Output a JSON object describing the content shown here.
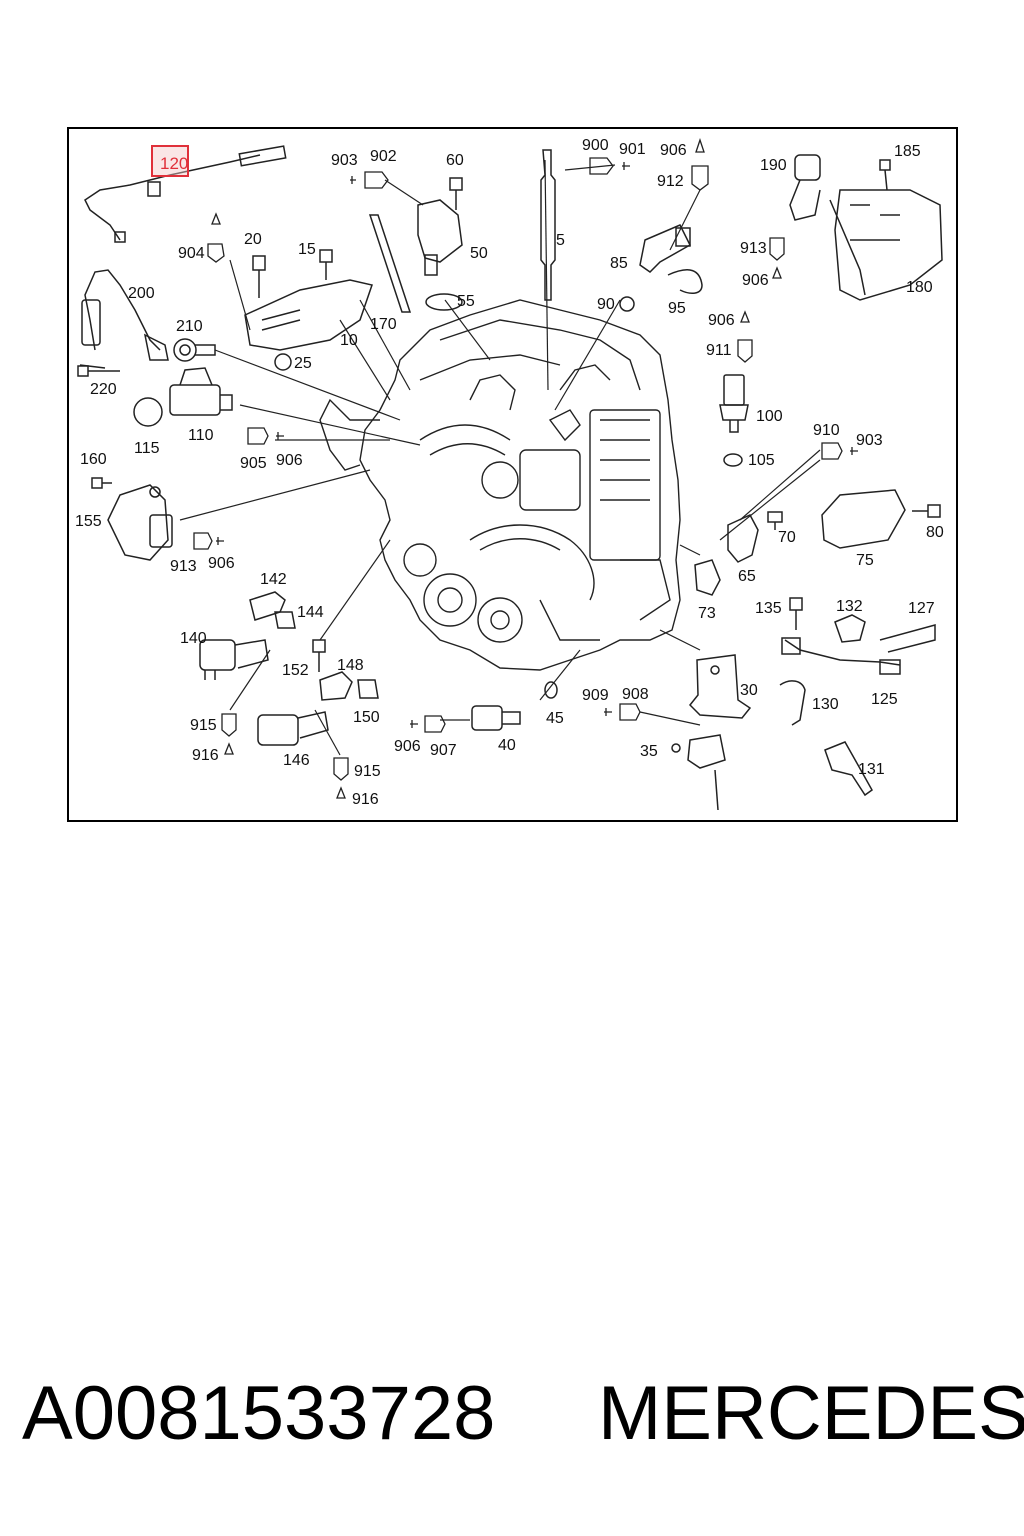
{
  "diagram": {
    "highlight_label": "120",
    "highlight_color": "#e0303a",
    "labels": [
      "903",
      "902",
      "60",
      "900",
      "901",
      "906",
      "912",
      "185",
      "190",
      "904",
      "20",
      "15",
      "50",
      "5",
      "85",
      "913",
      "906",
      "180",
      "200",
      "210",
      "55",
      "170",
      "10",
      "95",
      "90",
      "906",
      "911",
      "25",
      "220",
      "115",
      "110",
      "905",
      "906",
      "100",
      "105",
      "160",
      "910",
      "903",
      "155",
      "70",
      "80",
      "913",
      "906",
      "75",
      "65",
      "73",
      "142",
      "144",
      "135",
      "132",
      "127",
      "140",
      "152",
      "148",
      "915",
      "150",
      "909",
      "908",
      "30",
      "916",
      "146",
      "906",
      "907",
      "40",
      "45",
      "130",
      "125",
      "35",
      "915",
      "916",
      "131"
    ]
  },
  "footer": {
    "part_number": "A0081533728",
    "brand": "MERCEDES"
  }
}
